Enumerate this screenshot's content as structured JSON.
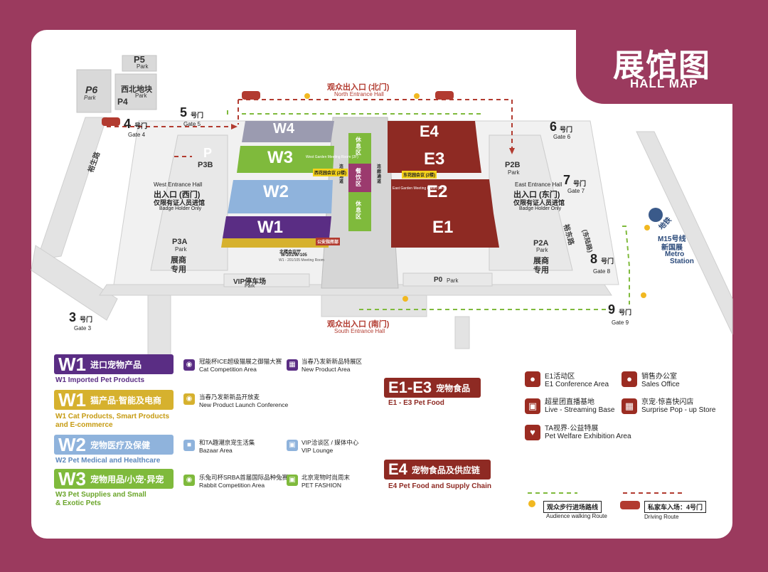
{
  "header": {
    "title_cn": "展馆图",
    "title_en": "HALL MAP"
  },
  "colors": {
    "frame": "#9b3a5e",
    "w1": "#5a2d84",
    "w1b": "#d6b12e",
    "w2": "#8fb3dc",
    "w3": "#7fba3c",
    "e": "#8e2a23",
    "walk": "#7fba3c",
    "drive": "#8e2a23"
  },
  "parks": {
    "p5": "P5",
    "p5_sub": "Park",
    "nw_cn": "西北地块",
    "nw_sub": "Park",
    "p4": "P4",
    "p6": "P6",
    "p6_sub": "Park",
    "p": "P",
    "p3b": "P3B",
    "p2b": "P2B",
    "p2b_sub": "Park",
    "p3a": "P3A",
    "p3a_sub": "Park",
    "p3a_cn1": "展商",
    "p3a_cn2": "专用",
    "p2a": "P2A",
    "p2a_sub": "Park",
    "p2a_cn1": "展商",
    "p2a_cn2": "专用",
    "vip_cn": "VIP停车场",
    "vip_sub": "Park",
    "p0": "P0",
    "p0_sub": "Park"
  },
  "roads": {
    "west": "裕生路",
    "east": "裕东路",
    "east_paren": "(东陆路)"
  },
  "gates": {
    "g3": {
      "num": "3",
      "cn": "号门",
      "en": "Gate 3"
    },
    "g4": {
      "num": "4",
      "cn": "号门",
      "en": "Gate 4"
    },
    "g5": {
      "num": "5",
      "cn": "号门",
      "en": "Gate 5"
    },
    "g6": {
      "num": "6",
      "cn": "号门",
      "en": "Gate 6"
    },
    "g7": {
      "num": "7",
      "cn": "号门",
      "en": "Gate 7"
    },
    "g8": {
      "num": "8",
      "cn": "号门",
      "en": "Gate 8"
    },
    "g9": {
      "num": "9",
      "cn": "号门",
      "en": "Gate 9"
    }
  },
  "entrances": {
    "north_cn": "观众出入口 (北门)",
    "north_en": "North Entrance Hall",
    "south_cn": "观众出入口 (南门)",
    "south_en": "South Entrance Hall",
    "west_en": "West Entrance Hall",
    "west_cn": "出入口 (西门)",
    "west_cn2": "仅限有证人员进馆",
    "west_badge": "Badge Holder Only",
    "east_en": "East Entrance Hall",
    "east_cn": "出入口 (东门)",
    "east_cn2": "仅限有证人员进馆",
    "east_badge": "Badge Holder Only"
  },
  "halls": {
    "w4": "W4",
    "w3": "W3",
    "w2": "W2",
    "w1": "W1",
    "e4": "E4",
    "e3": "E3",
    "e2": "E2",
    "e1": "E1"
  },
  "rest": {
    "r1": "休息区",
    "dining": "餐饮区",
    "r2": "休息区",
    "corridor_cn": "连廊通道"
  },
  "meeting": {
    "west_cn": "西花园会议 (2楼)",
    "west_en": "West Garden Meeting Room (2F)",
    "east_cn": "东花园会议 (2楼)",
    "east_en": "East Garden Meeting Room (2F)",
    "w1_cn": "北楼会议厅",
    "w1_sub": "W-201/W-105",
    "w1_note": "W1 - 201/105 Meeting Room",
    "w1_tag": "公安指挥部"
  },
  "metro": {
    "cn1": "地铁",
    "cn2": "M15号线",
    "cn3": "新国展",
    "en": "Metro",
    "en2": "Station"
  },
  "legend_halls": [
    {
      "code": "W1",
      "cn": "进口宠物产品",
      "en": "W1 Imported Pet Products"
    },
    {
      "code": "W1",
      "cn": "猫产品·智能及电商",
      "en": "W1 Cat Products, Smart Products",
      "en2": "and E-commerce"
    },
    {
      "code": "W2",
      "cn": "宠物医疗及保健",
      "en": "W2 Pet Medical and Healthcare"
    },
    {
      "code": "W3",
      "cn": "宠物用品/小宠·异宠",
      "en": "W3 Pet Supplies and Small",
      "en2": "& Exotic Pets"
    }
  ],
  "legend_e": [
    {
      "code": "E1-E3",
      "cn": "宠物食品",
      "en": "E1 - E3 Pet Food"
    },
    {
      "code": "E4",
      "cn": "宠物食品及供应链",
      "en": "E4 Pet Food and Supply Chain"
    }
  ],
  "facilities_mid": [
    {
      "cn": "冠能杯ICE超级猫展之御猫大赛",
      "en": "Cat Competition Area"
    },
    {
      "cn": "当春乃发新新品开放麦",
      "en": "New Product Launch Conference"
    },
    {
      "cn": "和TA趣潮京宠生活集",
      "en": "Bazaar Area"
    },
    {
      "cn": "乐兔司杯SRBA首届国际品种兔赛",
      "en": "Rabbit Competition Area"
    }
  ],
  "facilities_mid2": [
    {
      "cn": "当春乃发新新品特展区",
      "en": "New Product Area"
    },
    {
      "cn": "VIP洽谈区 / 媒体中心",
      "en": "VIP Lounge"
    },
    {
      "cn": "北京宠物时尚周末",
      "en": "PET FASHION"
    }
  ],
  "facilities_right": [
    {
      "cn": "E1活动区",
      "en": "E1 Conference Area"
    },
    {
      "cn": "销售办公室",
      "en": "Sales Office"
    },
    {
      "cn": "超星团直播基地",
      "en": "Live - Streaming Base"
    },
    {
      "cn": "京宠·惊喜快闪店",
      "en": "Surprise Pop - up Store"
    },
    {
      "cn": "TA视界·公益特展",
      "en": "Pet Welfare Exhibition Area"
    }
  ],
  "routes": {
    "walk_cn": "观众步行进场路线",
    "walk_en": "Audience walking Route",
    "drive_cn": "私家车入场：4号门",
    "drive_en": "Driving Route"
  }
}
